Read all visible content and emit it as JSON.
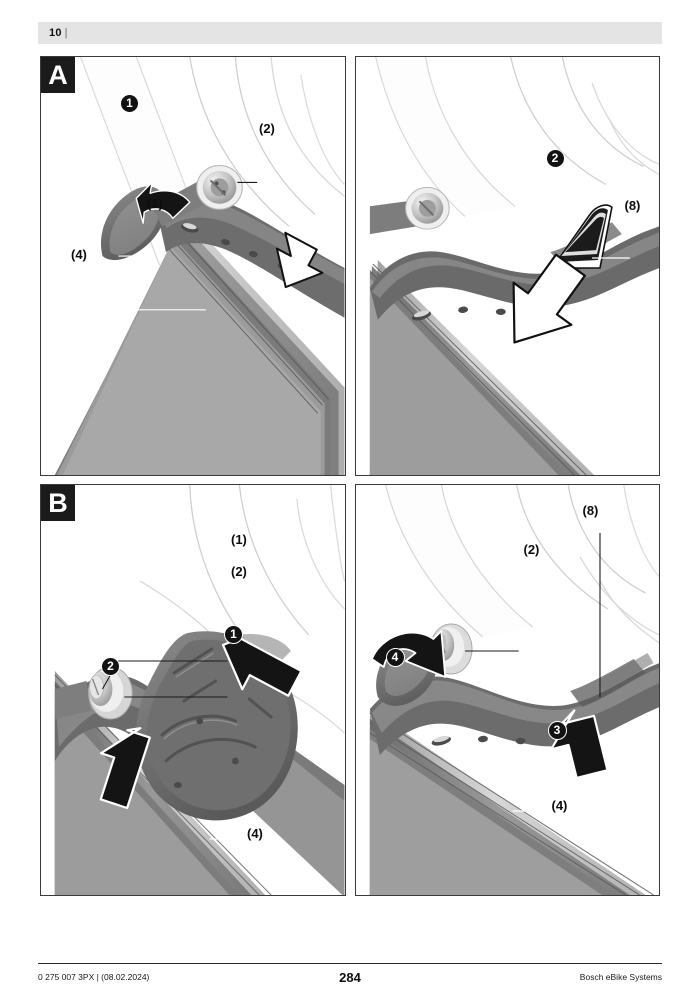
{
  "header": {
    "page_number": "10",
    "separator": "|"
  },
  "figures": {
    "section_a": {
      "letter": "A",
      "left": {
        "steps": [
          {
            "id": "1",
            "label": "1"
          }
        ],
        "part_labels": [
          {
            "id": "p2",
            "label": "(2)"
          },
          {
            "id": "p1",
            "label": "(1)"
          },
          {
            "id": "p4",
            "label": "(4)"
          }
        ],
        "arrows": [
          {
            "name": "curved-arrow-up-left",
            "style": "black"
          },
          {
            "name": "outline-arrow-down-right",
            "style": "white-outline"
          }
        ]
      },
      "right": {
        "steps": [
          {
            "id": "2",
            "label": "2"
          }
        ],
        "part_labels": [
          {
            "id": "p8",
            "label": "(8)"
          }
        ],
        "arrows": [
          {
            "name": "outline-arrow-down-right-large",
            "style": "white-outline"
          }
        ]
      }
    },
    "section_b": {
      "letter": "B",
      "left": {
        "steps": [
          {
            "id": "2",
            "label": "2"
          },
          {
            "id": "1",
            "label": "1"
          }
        ],
        "part_labels": [
          {
            "id": "p1",
            "label": "(1)"
          },
          {
            "id": "p2",
            "label": "(2)"
          },
          {
            "id": "p4",
            "label": "(4)"
          }
        ],
        "arrows": [
          {
            "name": "black-arrow-up-left",
            "style": "black"
          },
          {
            "name": "black-arrow-down-left",
            "style": "black"
          }
        ]
      },
      "right": {
        "steps": [
          {
            "id": "4",
            "label": "4"
          },
          {
            "id": "3",
            "label": "3"
          }
        ],
        "part_labels": [
          {
            "id": "p8",
            "label": "(8)"
          },
          {
            "id": "p2",
            "label": "(2)"
          },
          {
            "id": "p4",
            "label": "(4)"
          }
        ],
        "arrows": [
          {
            "name": "curved-arrow-rotate-down",
            "style": "black"
          },
          {
            "name": "black-arrow-up-left",
            "style": "black"
          }
        ]
      }
    }
  },
  "footer": {
    "doc_id": "0 275 007 3PX | (08.02.2024)",
    "page_number": "284",
    "brand": "Bosch eBike Systems"
  },
  "colors": {
    "header_bg": "#e4e4e4",
    "badge_bg": "#1b1b1b",
    "panel_border": "#3a3a3a",
    "ink": "#0d0d0d",
    "metal_dark": "#6f6f6f",
    "metal_mid": "#8e8e8e",
    "metal_light": "#b4b4b4",
    "frame_outline": "#c9c9c9"
  }
}
